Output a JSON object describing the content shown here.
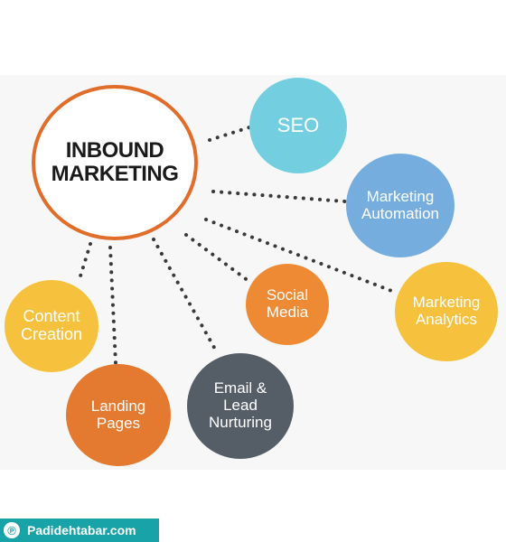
{
  "diagram": {
    "hub": {
      "label": "INBOUND\nMARKETING",
      "border_color": "#e16d2a"
    },
    "nodes": [
      {
        "id": "seo",
        "label": "SEO",
        "color": "#73cfe0"
      },
      {
        "id": "automation",
        "label": "Marketing\nAutomation",
        "color": "#75aede"
      },
      {
        "id": "analytics",
        "label": "Marketing\nAnalytics",
        "color": "#f6c13c"
      },
      {
        "id": "social",
        "label": "Social\nMedia",
        "color": "#ee8a34"
      },
      {
        "id": "content",
        "label": "Content\nCreation",
        "color": "#f6c13c"
      },
      {
        "id": "landing",
        "label": "Landing\nPages",
        "color": "#e37a2f"
      },
      {
        "id": "email",
        "label": "Email &\nLead\nNurturing",
        "color": "#555e66"
      }
    ],
    "connector_style": "dotted",
    "connector_color": "#3a3a3a"
  },
  "watermark": {
    "text": "Padidehtabar.com",
    "logo_icon": "p-logo-icon",
    "color": "#17a3a8"
  }
}
